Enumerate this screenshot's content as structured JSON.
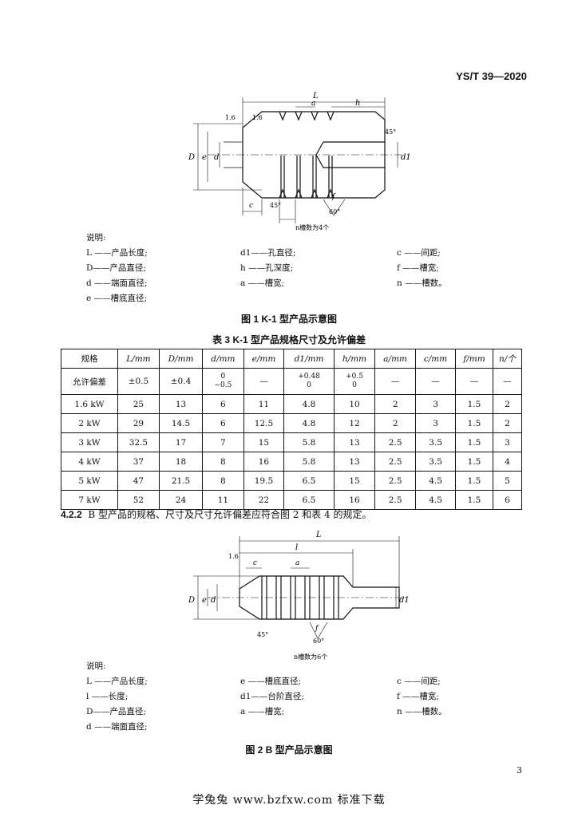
{
  "header": {
    "std_code": "YS/T 39—2020"
  },
  "figure1": {
    "labels": {
      "L": "L",
      "a": "a",
      "h": "h",
      "D": "D",
      "e": "e",
      "d": "d",
      "d1": "d1",
      "c": "c",
      "f": "f",
      "r1": "1.6",
      "r2": "1.6",
      "ang1": "45°",
      "ang2": "45°",
      "ang3": "60°",
      "n_note": "n槽数为4个"
    },
    "legend_title": "说明:",
    "legend": [
      [
        "L ——产品长度;",
        "d1——孔直径;",
        "c ——间距;"
      ],
      [
        "D——产品直径;",
        "h ——孔深度;",
        "f ——槽宽;"
      ],
      [
        "d ——端面直径;",
        "a ——槽宽;",
        "n ——槽数。"
      ],
      [
        "e ——槽底直径;",
        "",
        ""
      ]
    ],
    "caption": "图 1   K-1 型产品示意图"
  },
  "table3": {
    "caption": "表 3   K-1 型产品规格尺寸及允许偏差",
    "headers": [
      "规格",
      "L/mm",
      "D/mm",
      "d/mm",
      "e/mm",
      "d1/mm",
      "h/mm",
      "a/mm",
      "c/mm",
      "f/mm",
      "n/个"
    ],
    "tolerance": {
      "label": "允许偏差",
      "L": "±0.5",
      "D": "±0.4",
      "d_upper": "0",
      "d_lower": "−0.5",
      "e": "—",
      "d1_upper": "+0.48",
      "d1_lower": "0",
      "h_upper": "+0.5",
      "h_lower": "0",
      "a": "—",
      "c": "—",
      "f": "—",
      "n": "—"
    },
    "rows": [
      [
        "1.6 kW",
        "25",
        "13",
        "6",
        "11",
        "4.8",
        "10",
        "2",
        "3",
        "1.5",
        "2"
      ],
      [
        "2 kW",
        "29",
        "14.5",
        "6",
        "12.5",
        "4.8",
        "12",
        "2",
        "3",
        "1.5",
        "2"
      ],
      [
        "3 kW",
        "32.5",
        "17",
        "7",
        "15",
        "5.8",
        "13",
        "2.5",
        "3.5",
        "1.5",
        "3"
      ],
      [
        "4 kW",
        "37",
        "18",
        "8",
        "16",
        "5.8",
        "13",
        "2.5",
        "3.5",
        "1.5",
        "4"
      ],
      [
        "5 kW",
        "47",
        "21.5",
        "8",
        "19.5",
        "6.5",
        "15",
        "2.5",
        "4.5",
        "1.5",
        "5"
      ],
      [
        "7 kW",
        "52",
        "24",
        "11",
        "22",
        "6.5",
        "16",
        "2.5",
        "4.5",
        "1.5",
        "6"
      ]
    ]
  },
  "para_422": {
    "num": "4.2.2",
    "text": "B 型产品的规格、尺寸及尺寸允许偏差应符合图 2 和表 4 的规定。"
  },
  "figure2": {
    "labels": {
      "L": "L",
      "l": "l",
      "c": "c",
      "a": "a",
      "D": "D",
      "e": "e",
      "d": "d",
      "d1": "d1",
      "f": "f",
      "r": "1.6",
      "ang1": "45°",
      "ang2": "60°",
      "n_note": "n槽数为6个"
    },
    "legend_title": "说明:",
    "legend": [
      [
        "L ——产品长度;",
        "e ——槽底直径;",
        "c ——间距;"
      ],
      [
        "l ——长度;",
        "d1——台阶直径;",
        "f ——槽宽;"
      ],
      [
        "D——产品直径;",
        "a ——槽宽;",
        "n ——槽数。"
      ],
      [
        "d ——端面直径;",
        "",
        ""
      ]
    ],
    "caption": "图 2   B 型产品示意图"
  },
  "page_number": "3",
  "footer": "学兔兔   www.bzfxw.com   标准下载"
}
